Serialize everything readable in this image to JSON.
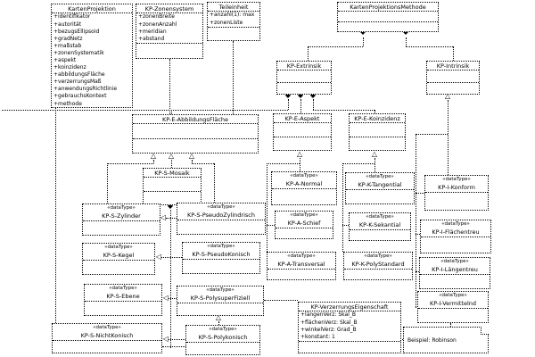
{
  "diagram": {
    "stereotype": "«dataType»",
    "icons": {
      "composition": "◆",
      "generalization": "△",
      "arrowhead": "◁"
    },
    "classes": {
      "kartenprojektion": {
        "title": "KartenProjektion",
        "attrs": [
          "+identifikator",
          "+autorität",
          "+bezugsEllipsoid",
          "+gradNetz",
          "+maßstab",
          "+zonenSystematik",
          "+aspekt",
          "+koinzidenz",
          "+abbildungsFläche",
          "+verzerrungsMaß",
          "+anwendungsRichtlinie",
          "+gebrauchsKontext",
          "+methode"
        ]
      },
      "zonensystem": {
        "title": "KP-Zonensystem",
        "attrs": [
          "+zonenBreite",
          "+zonenAnzahl",
          "+meridian",
          "+abstand"
        ]
      },
      "teileinheit": {
        "title": "Teileinheit",
        "attrs": [
          "+anzahl(1): max",
          "+zonenListe"
        ]
      },
      "methode": {
        "title": "KartenProjektionsMethode"
      },
      "extrinsik": {
        "title": "KP-Extrinsik"
      },
      "intrinsik": {
        "title": "KP-Intrinsik"
      },
      "abbildungsflaeche": {
        "title": "KP-E-AbbildungsFläche"
      },
      "aspekt": {
        "title": "KP-E-Aspekt"
      },
      "koinzidenz": {
        "title": "KP-E-Koinzidenz"
      },
      "mosaik": {
        "title": "KP-S-Mosaik"
      },
      "a_normal": {
        "title": "KP-A-Normal"
      },
      "a_schief": {
        "title": "KP-A-Schief"
      },
      "a_transversal": {
        "title": "KP-A-Transversal"
      },
      "k_tangential": {
        "title": "KP-K-Tangential"
      },
      "k_sekantial": {
        "title": "KP-K-Sekantial"
      },
      "k_polystandard": {
        "title": "KP-K-PolyStandard"
      },
      "i_konform": {
        "title": "KP-I-Konform"
      },
      "i_flaechentreu": {
        "title": "KP-I-Flächentreu"
      },
      "i_laengentreu": {
        "title": "KP-I-Längentreu"
      },
      "i_vermittelnd": {
        "title": "KP-I-Vermittelnd"
      },
      "s_zylinder": {
        "title": "KP-S-Zylinder"
      },
      "s_kegel": {
        "title": "KP-S-Kegel"
      },
      "s_ebene": {
        "title": "KP-S-Ebene"
      },
      "s_nichtkonisch": {
        "title": "KP-S-NichtKonisch"
      },
      "s_pseudozylindrisch": {
        "title": "KP-S-PseudoZylindrisch"
      },
      "s_pseudokonisch": {
        "title": "KP-S-PseudoKonisch"
      },
      "s_polysuperfiziell": {
        "title": "KP-S-PolysuperFiziell"
      },
      "s_polykonisch": {
        "title": "KP-S-Polykonisch"
      },
      "verzerrung": {
        "title": "KP-VerzerrungsEigenschaft",
        "attrs": [
          "+längenVerz: Skal_B",
          "+flächenVerz: Skal_B",
          "+winkelVerz: Grad_B",
          "+konstant: 1"
        ]
      }
    },
    "note": {
      "text": "Beispiel: Robinson"
    }
  }
}
